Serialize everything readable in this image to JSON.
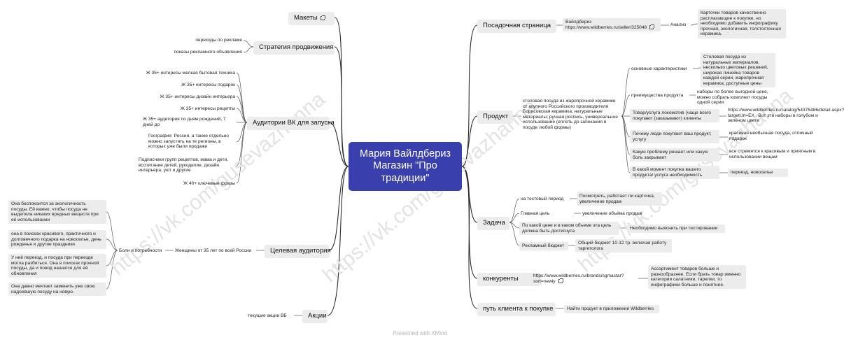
{
  "center": {
    "title": "Мария Вайлдбериз Магазин \"Про традиции\""
  },
  "footer": {
    "text": "Presented with XMind"
  },
  "watermark": {
    "text": "https://vk.com/gusevazhanna"
  },
  "left": {
    "makety": {
      "label": "Макеты"
    },
    "strategy": {
      "label": "Стратегия продвижения",
      "items": [
        "переходы по рекламе",
        "показы рекламного объявления"
      ]
    },
    "audience_vk": {
      "label": "Аудитории ВК для запуска",
      "items": [
        "Ж 35+ интересы мелкая бытовая техника",
        "Ж 35+ интересы подарок",
        "Ж 35+ интересы дизайн интерьера",
        "Ж 35+ интересы рецепты",
        "Ж 35+ аудитория по дням рождений, 7 дней до",
        "География: Россия, а также отдельно можно запустить на те регионы, в которых уже были продажи",
        "Подписчики групп рецептов, мама и дети, всспитание детей, рукоделие, дизайн интерьера, уют и другие",
        "Ж 40+ ключевые фразы"
      ]
    },
    "target": {
      "label": "Целевая аудитория",
      "women": "Женщины от 35 лет по всей России",
      "pains": "Боли и потребности",
      "items": [
        "Она беспокоится за экологичность посуды. Ей важно, чтобы посуда не выделяла никаких вредных веществ при её использовании",
        "она в поисках красивого, практичного и долговечного подарка на новоселье, день рожденья и другие праздники",
        "У неё переезд, и посуда при переезде могла разбиться. Она в поисках прочной посуды, да и повод нашелся для её обновления",
        "Она давно мечтает заменить уже свою надоевшую посуду на новую."
      ]
    },
    "promo": {
      "label": "Акции",
      "items": [
        "текущие акции ВБ"
      ]
    }
  },
  "right": {
    "landing": {
      "label": "Посадочная страница",
      "link": "Вайлдбериз https://www.wildberries.ru/seller/325048",
      "analysis": "Анализ",
      "note": "Карточки товаров качественно расплагающие к покупке, но необходимо добавить инфографику прочная, экологичная, толстостенная керамика."
    },
    "product": {
      "label": "Продукт",
      "desc": "столовая посуда из жаропрочной керамики от крупного Российского производителя Борисовская керамика; натуральные материалы; ручная роспись, универсальное использование (еплоть до запекания в посуде любой формы)",
      "rows": [
        {
          "q": "основные характеристики",
          "a": "Столовая посуда из натуральных материалов, несколько цветовых решений, широкая линейка товаров каждой серии, жаропрочная керамика, доступные цены"
        },
        {
          "q": "преимущества продукта",
          "a": "наборы по более выгодной цене, можно собрать комплект посуды одной серии"
        },
        {
          "q": "Товар/услуга локомотив (чаще всего покупают (заказывают) клиенты",
          "a": "https://www.wildberries.ru/catalog/54375486/detail.aspx?targetUrl=EX . Вот эти наборы в голубом и зелёном цвете"
        },
        {
          "q": "Почему люди покупают ваш продукт, услугу",
          "a": "красивая необычная посуда, отличный подарок"
        },
        {
          "q": "Какую проблему решает или какую боль закрывает",
          "a": "все стремятся к красивым и приятным в использовании вещам"
        },
        {
          "q": "В какой момент покупка вашего продукта/ услуга необходимость",
          "a": "переезд, новоселье"
        }
      ]
    },
    "task": {
      "label": "Задача",
      "rows": [
        {
          "q": "на тестовый период",
          "a": "Посмотреть, работает ли карточка, увеличение продаж"
        },
        {
          "q": "Главная цель",
          "a": "увеличение объёма продаж"
        },
        {
          "q": "По какой цене и в каком объеме эта цель должна быть достигнута",
          "a": "Необходимо выяснить при тестировании"
        },
        {
          "q": "Рекламный бюджет",
          "a": "Общий бюджет 10-12 тр. включая работу таргетолога"
        }
      ]
    },
    "competitors": {
      "label": "конкуренты",
      "link": "https://www.wildberries.ru/brands/sgmactar?sort=newly",
      "note": "Ассортимент товаров больше и разнообразнее. Если брать товар именно категории салатники, тарелки, то инфографики больше и понятнее."
    },
    "path": {
      "label": "путь клиента к покупке",
      "item": "Найти продукт в приложении Wildberries"
    }
  }
}
